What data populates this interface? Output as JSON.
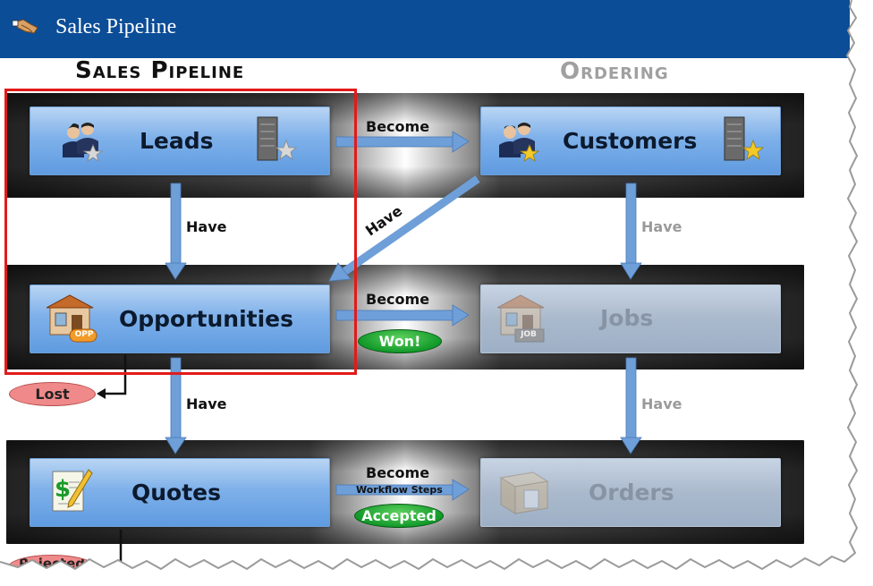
{
  "window": {
    "title": "Sales Pipeline"
  },
  "sections": {
    "pipeline": "Sales Pipeline",
    "ordering": "Ordering"
  },
  "boxes": {
    "leads": "Leads",
    "customers": "Customers",
    "opportunities": "Opportunities",
    "jobs": "Jobs",
    "quotes": "Quotes",
    "orders": "Orders"
  },
  "icon_text": {
    "opp": "OPP",
    "job": "JOB"
  },
  "arrows": {
    "leads_become": "Become",
    "leads_have": "Have",
    "customers_have_opp": "Have",
    "customers_have_jobs": "Have",
    "opp_become": "Become",
    "opp_have": "Have",
    "jobs_have": "Have",
    "quotes_become": "Become",
    "quotes_sub": "Workflow Steps"
  },
  "badges": {
    "won": "Won!",
    "accepted": "Accepted",
    "lost": "Lost",
    "rejected": "Rejected"
  },
  "colors": {
    "header": "#0b4d97",
    "highlight": "#e21a1a",
    "box": "#6fa6e6",
    "arrow": "#6f9fd8",
    "won": "#1aa032",
    "lost": "#f08a8a"
  }
}
